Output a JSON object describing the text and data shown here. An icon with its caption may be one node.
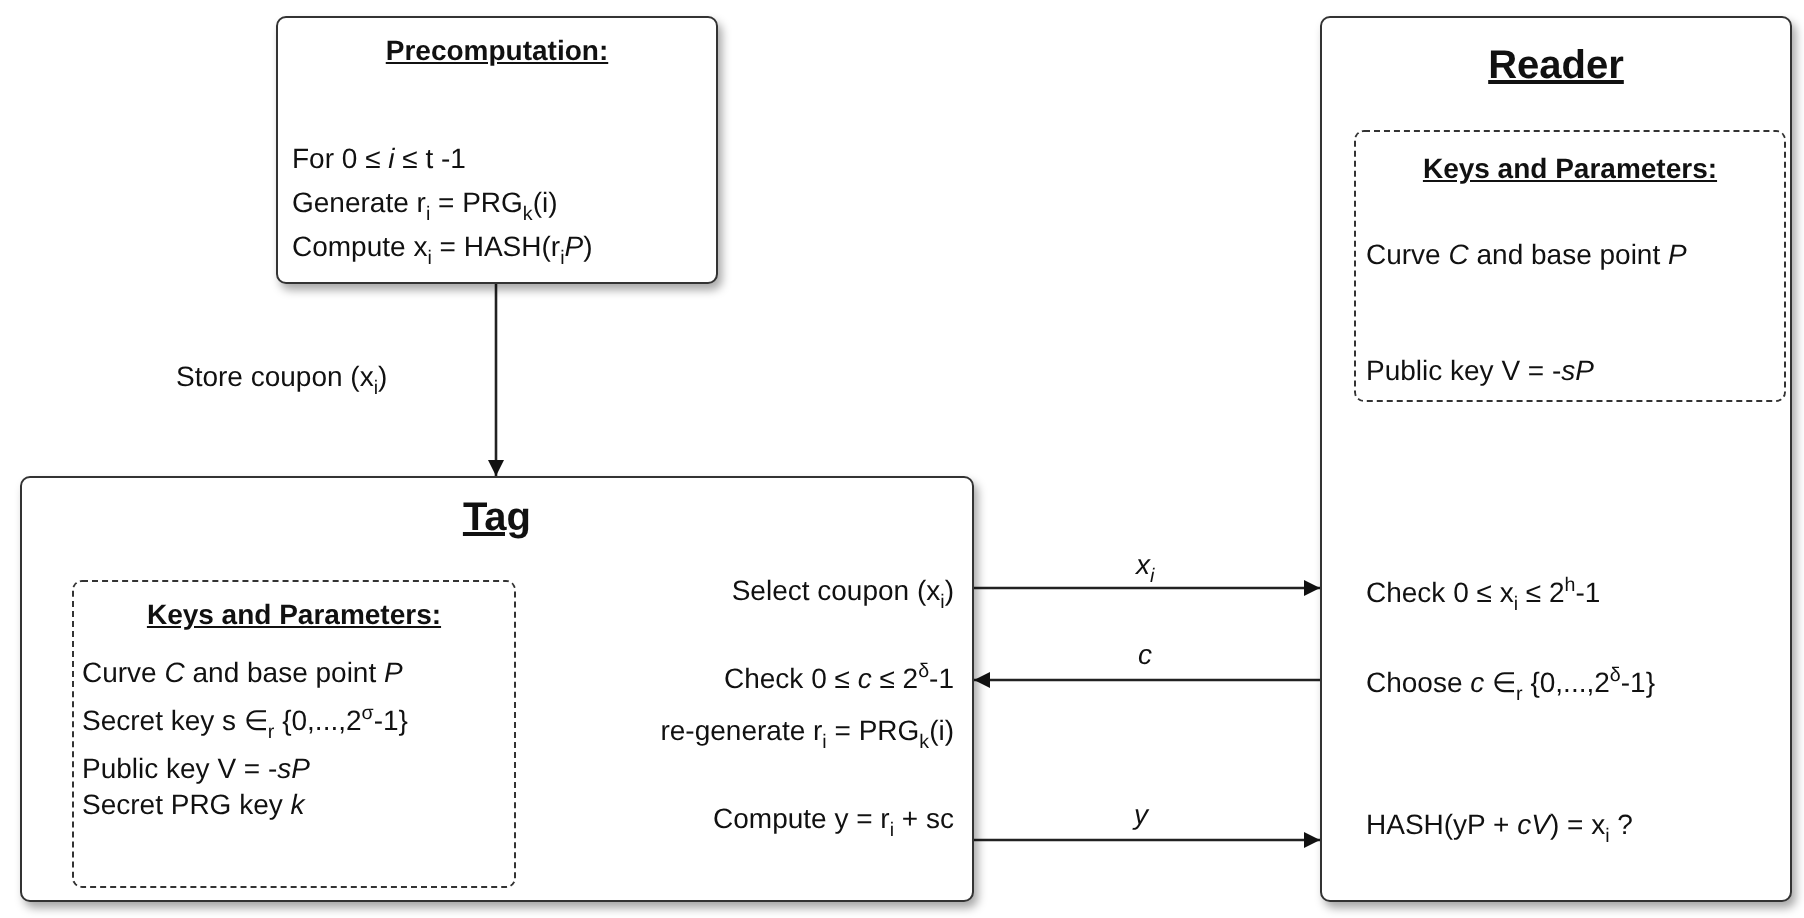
{
  "diagram": {
    "nodes": [
      {
        "text": [
          "Precomputation:",
          "For 0 ≤ *i* ≤ t -1",
          "Generate r$_{i}$ = PRG$_{k}$(i)",
          "Compute x$_{i}$ = HASH(r$_{i}$*P*)"
        ]
      },
      {
        "text": [
          "Tag",
          "Select coupon (x$_{i}$)",
          "Check 0 ≤ *c* ≤ 2$^{δ}$-1",
          "re-generate r$_{i}$ = PRG$_{k}$(i)",
          "Compute y = r$_{i}$ + sc"
        ]
      },
      {
        "text": [
          "Keys and Parameters:",
          "Curve *C* and base point *P*",
          "Secret key s ∈$_{r}$ {0,...,2$^{σ}$-1}",
          "Public key V = -*sP*",
          "Secret PRG key *k*"
        ],
        "in": 1
      },
      {
        "text": [
          "Reader",
          "Check 0 ≤ x$_{i}$ ≤ 2$^{h}$-1",
          "Choose *c* ∈$_{r}$ {0,...,2$^{δ}$-1}",
          "HASH(yP + *cV*) = x$_{i}$ ?"
        ]
      },
      {
        "text": [
          "Keys and Parameters:",
          "Curve *C* and base point *P*",
          "Public key V = -*sP*"
        ],
        "in": 3
      }
    ],
    "edges": [
      {
        "from": 0,
        "to": 1,
        "arrow": "to",
        "label": "Store coupon (x$_{i}$)"
      },
      {
        "from": 1,
        "to": 3,
        "arrow": "to",
        "label": "x$_{i}$"
      },
      {
        "from": 3,
        "to": 1,
        "arrow": "to",
        "label": "c"
      },
      {
        "from": 1,
        "to": 3,
        "arrow": "to",
        "label": "y"
      }
    ]
  }
}
